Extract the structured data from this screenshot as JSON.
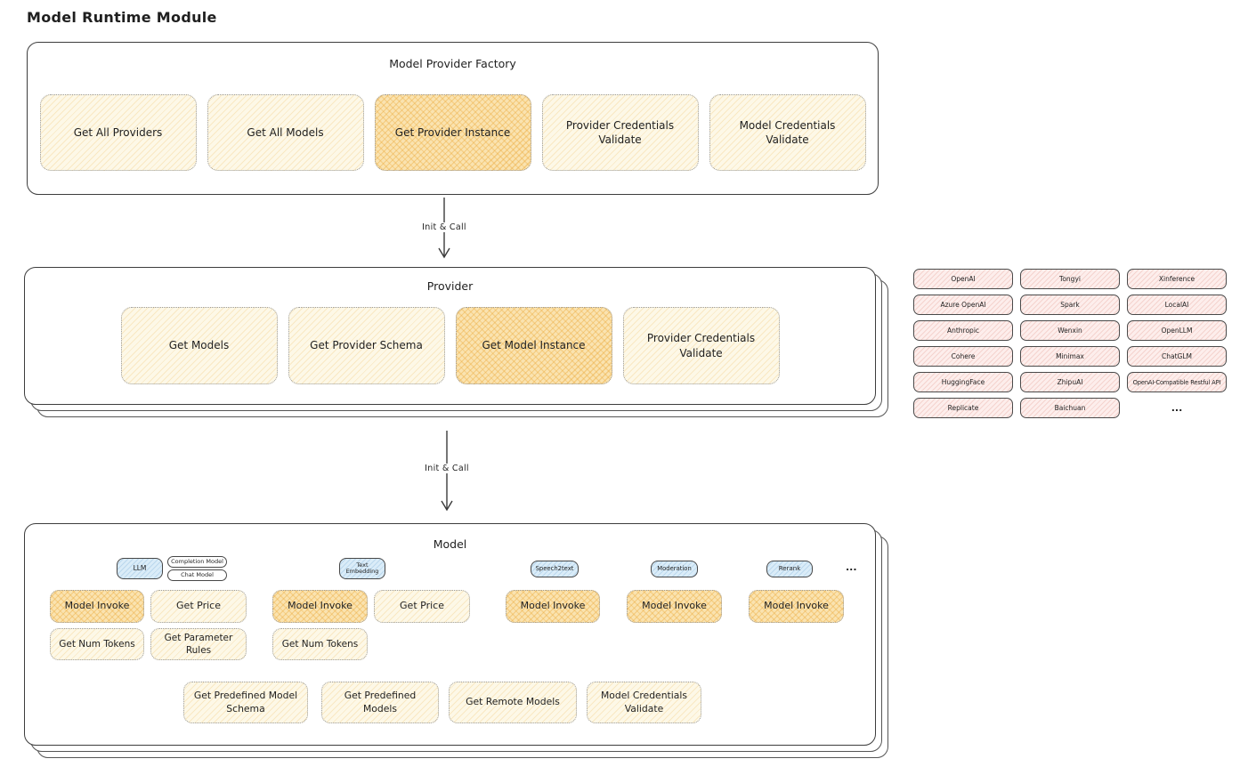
{
  "title": "Model Runtime Module",
  "colors": {
    "cream": "#fdf8e7",
    "orange": "#fae3b0",
    "pink": "#fdeeec",
    "blue": "#daecf8",
    "outline": "#3d3d3d"
  },
  "factory": {
    "title": "Model Provider Factory",
    "buttons": [
      {
        "label": "Get All Providers",
        "highlight": false
      },
      {
        "label": "Get All Models",
        "highlight": false
      },
      {
        "label": "Get Provider Instance",
        "highlight": true
      },
      {
        "label": "Provider Credentials Validate",
        "highlight": false
      },
      {
        "label": "Model Credentials Validate",
        "highlight": false
      }
    ]
  },
  "arrows": {
    "factory_to_provider": "Init & Call",
    "provider_to_model": "Init & Call"
  },
  "provider": {
    "title": "Provider",
    "buttons": [
      {
        "label": "Get Models",
        "highlight": false
      },
      {
        "label": "Get Provider Schema",
        "highlight": false
      },
      {
        "label": "Get Model Instance",
        "highlight": true
      },
      {
        "label": "Provider Credentials Validate",
        "highlight": false
      }
    ]
  },
  "providers": {
    "rows": [
      [
        "OpenAI",
        "Tongyi",
        "Xinference"
      ],
      [
        "Azure OpenAI",
        "Spark",
        "LocalAI"
      ],
      [
        "Anthropic",
        "Wenxin",
        "OpenLLM"
      ],
      [
        "Cohere",
        "Minimax",
        "ChatGLM"
      ],
      [
        "HuggingFace",
        "ZhipuAI",
        "OpenAI-Compatible Restful API"
      ],
      [
        "Replicate",
        "Baichuan",
        "..."
      ]
    ]
  },
  "model": {
    "title": "Model",
    "tags": {
      "llm": "LLM",
      "completion": "Completion Model",
      "chat": "Chat Model",
      "text_embedding": "Text Embedding",
      "speech2text": "Speech2text",
      "moderation": "Moderation",
      "rerank": "Rerank",
      "more": "..."
    },
    "row1": [
      "Model Invoke",
      "Get Price",
      "Model Invoke",
      "Get Price",
      "Model Invoke",
      "Model Invoke",
      "Model Invoke"
    ],
    "row2": [
      "Get Num Tokens",
      "Get Parameter Rules",
      "Get Num Tokens"
    ],
    "row3": [
      "Get Predefined Model Schema",
      "Get Predefined Models",
      "Get Remote Models",
      "Model Credentials Validate"
    ]
  }
}
